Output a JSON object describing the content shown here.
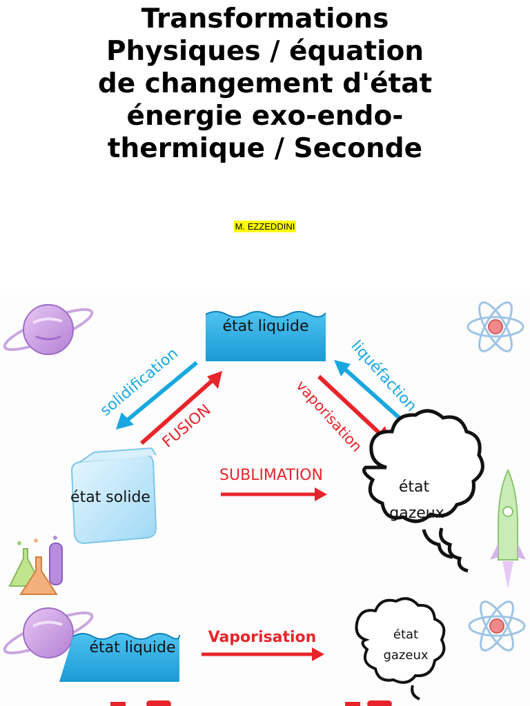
{
  "document": {
    "title_lines": [
      "Transformations",
      "Physiques / équation",
      "de changement d'état",
      "énergie exo-endo-",
      "thermique / Seconde"
    ],
    "author": "M. EZZEDDINI"
  },
  "diagram": {
    "liquid_state": "état liquide",
    "solid_state": "état solide",
    "gas_state_line1": "état",
    "gas_state_line2": "gazeux",
    "solidification": "solidification",
    "fusion": "FUSION",
    "liquefaction": "liquéfaction",
    "vaporisation": "vaporisation",
    "sublimation": "SUBLIMATION"
  },
  "bottom_diagram": {
    "liquid_state": "état liquide",
    "vaporisation": "Vaporisation",
    "gas_state_line1": "état",
    "gas_state_line2": "gazeux"
  },
  "colors": {
    "red": "#e8242b",
    "blue": "#1aa7e0",
    "water": "#29a9e1"
  }
}
